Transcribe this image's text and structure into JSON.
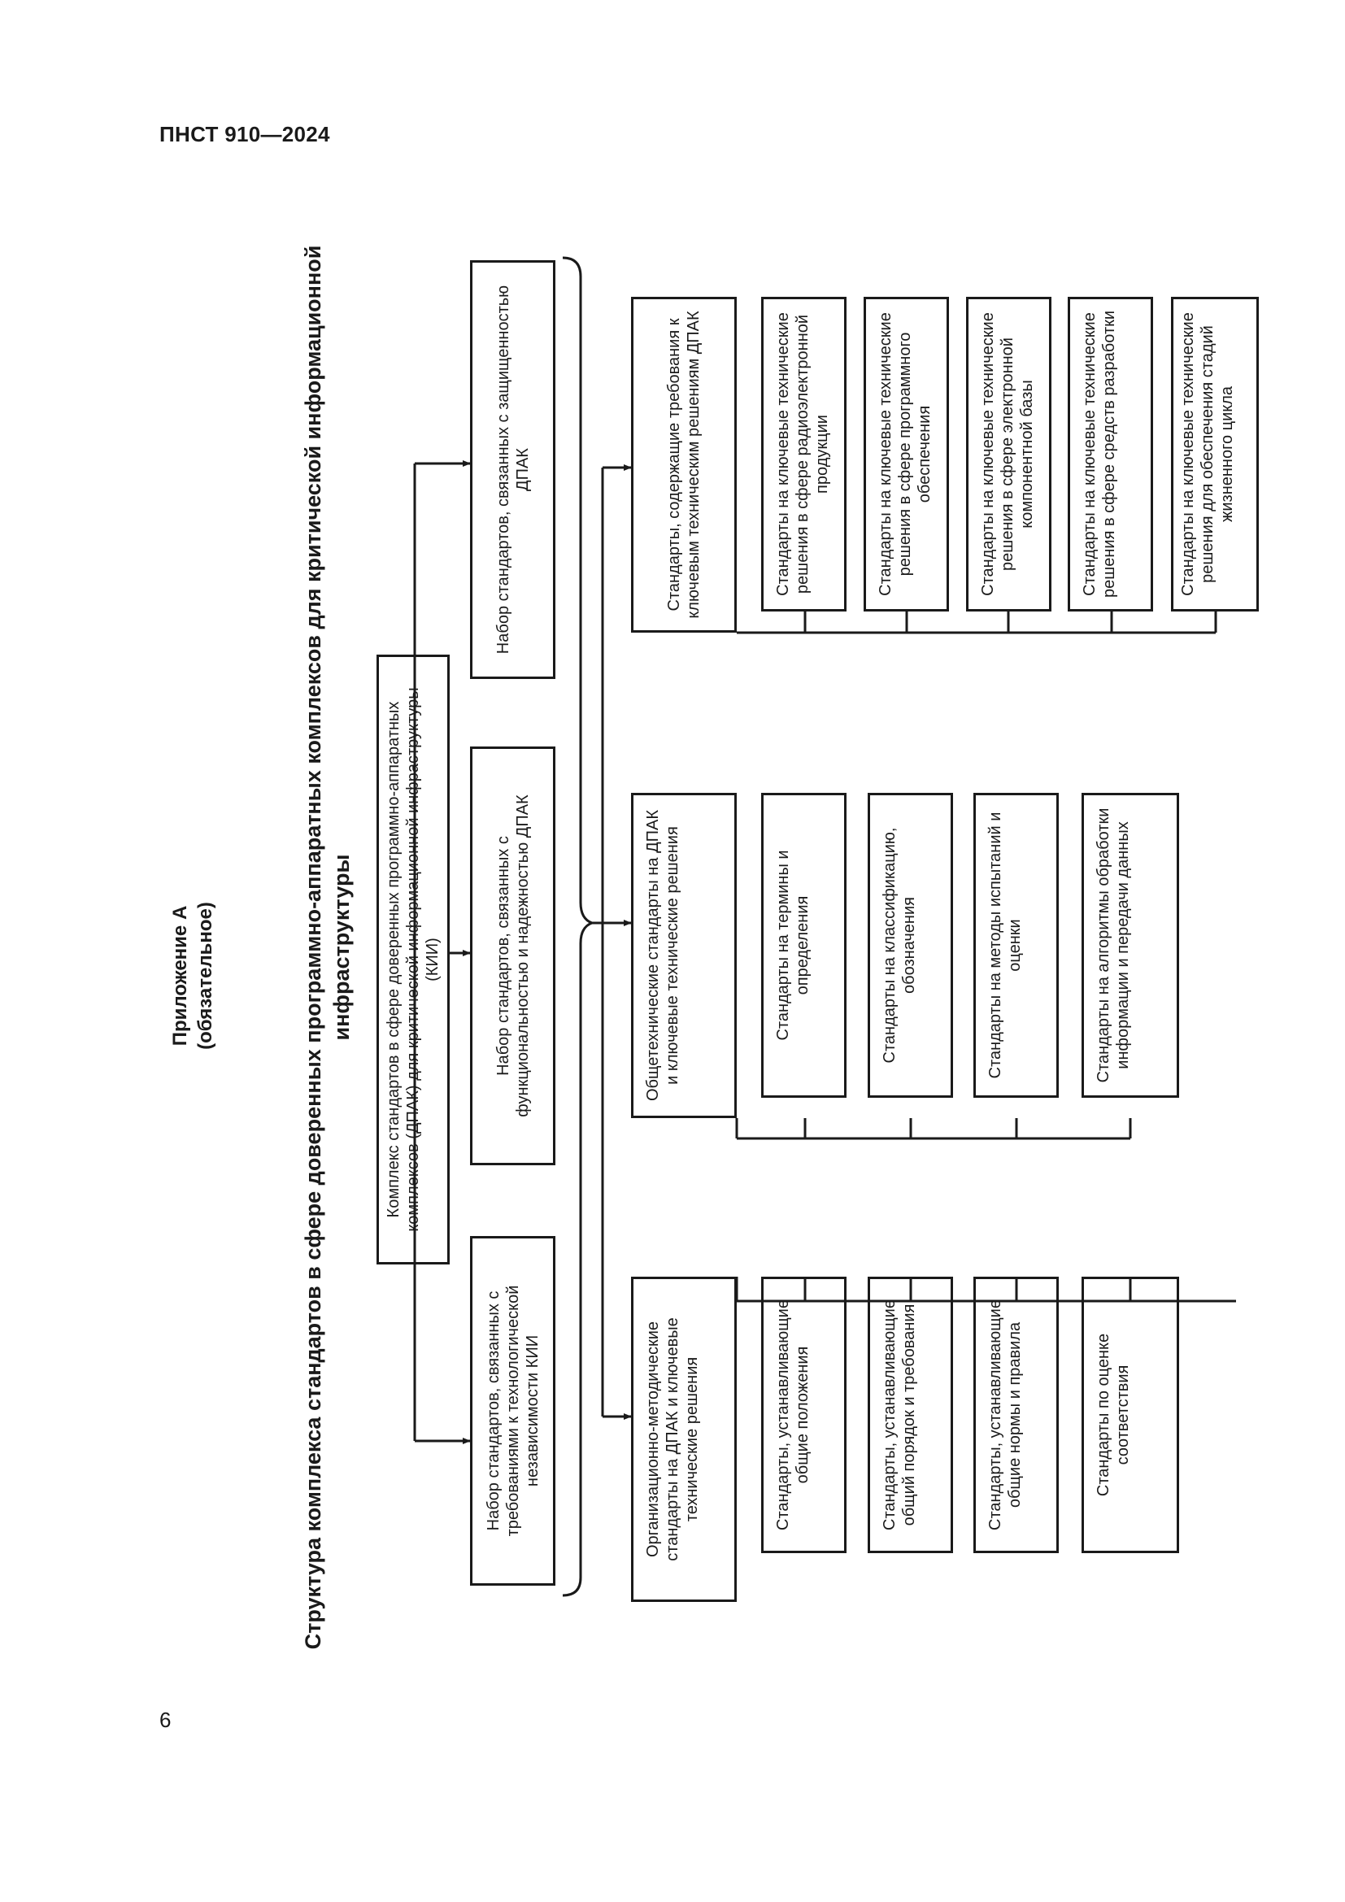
{
  "header": {
    "doc_code": "ПНСТ 910—2024",
    "page_number": "6"
  },
  "appendix": {
    "line1": "Приложение А",
    "line2": "(обязательное)"
  },
  "title": {
    "line1": "Структура комплекса стандартов в сфере доверенных программно-аппаратных комплексов для критической информационной",
    "line2": "инфраструктуры"
  },
  "root": {
    "label": "Комплекс стандартов в сфере доверенных программно-аппаратных комплексов (ДПАК) для критической информационной инфраструктуры (КИИ)"
  },
  "sets": [
    {
      "label": "Набор стандартов, связанных с требованиями к технологической независимости КИИ"
    },
    {
      "label": "Набор стандартов, связанных с функциональностью и надежностью ДПАК"
    },
    {
      "label": "Набор стандартов, связанных с защищенностью ДПАК"
    }
  ],
  "groups": [
    {
      "label": "Организационно-методические стандарты на ДПАК и ключевые технические решения",
      "items": [
        "Стандарты, устанавливающие общие положения",
        "Стандарты, устанавливающие общий порядок и требования",
        "Стандарты, устанавливающие общие нормы и правила",
        "Стандарты по оценке соответствия"
      ]
    },
    {
      "label": "Общетехнические стандарты на ДПАК и ключевые технические решения",
      "items": [
        "Стандарты на термины и определения",
        "Стандарты на классификацию, обозначения",
        "Стандарты на методы испытаний и оценки",
        "Стандарты на алгоритмы обработки информации и передачи данных"
      ]
    },
    {
      "label": "Стандарты, содержащие требования к ключевым техническим решениям ДПАК",
      "items": [
        "Стандарты на ключевые технические решения в сфере радиоэлектронной продукции",
        "Стандарты на ключевые технические решения в сфере программного обеспечения",
        "Стандарты на ключевые технические решения в сфере электронной компонентной базы",
        "Стандарты на ключевые технические решения в сфере средств разработки",
        "Стандарты на ключевые технические решения для обеспечения стадий жизненного цикла"
      ]
    }
  ]
}
